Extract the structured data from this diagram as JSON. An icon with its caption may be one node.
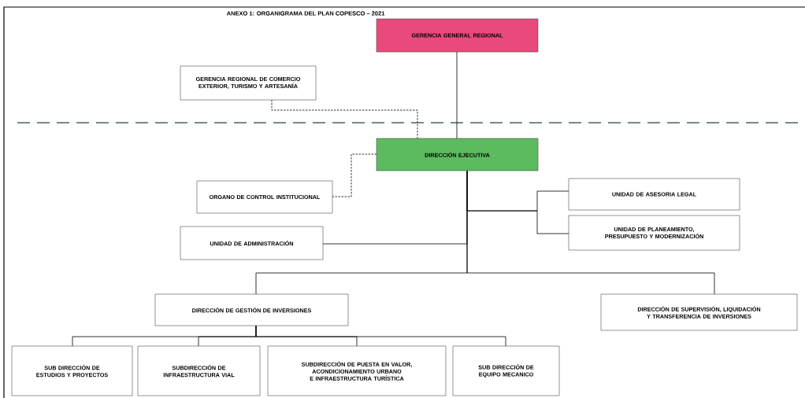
{
  "diagram": {
    "title": "ANEXO 1: ORGANIGRAMA DEL PLAN COPESCO – 2021",
    "nodes": [
      {
        "text": [
          "GERENCIA GENERAL REGIONAL"
        ]
      },
      {
        "text": [
          "GERENCIA REGIONAL DE COMERCIO EXTERIOR, TURISMO Y ARTESANÍA"
        ]
      },
      {
        "text": [
          "DIRECCIÓN EJECUTIVA"
        ]
      },
      {
        "text": [
          "ORGANO DE CONTROL INSTITUCIONAL"
        ]
      },
      {
        "text": [
          "UNIDAD DE ASESORIA LEGAL"
        ]
      },
      {
        "text": [
          "UNIDAD DE PLANEAMIENTO, PRESUPUESTO Y MODERNIZACIÓN"
        ]
      },
      {
        "text": [
          "UNIDAD DE ADMINISTRACIÓN"
        ]
      },
      {
        "text": [
          "DIRECCIÓN DE GESTIÓN DE INVERSIONES"
        ]
      },
      {
        "text": [
          "DIRECCIÓN DE SUPERVISIÓN, LIQUIDACIÓN Y TRANSFERENCIA DE INVERSIONES"
        ]
      },
      {
        "text": [
          "SUB DIRECCIÓN DE ESTUDIOS Y PROYECTOS"
        ]
      },
      {
        "text": [
          "SUBDIRECCIÓN DE INFRAESTRUCTURA VIAL"
        ]
      },
      {
        "text": [
          "SUBDIRECCIÓN DE PUESTA EN VALOR, ACONDICIONAMIENTO URBANO E INFRAESTRUCTURA TURÍSTICA"
        ]
      },
      {
        "text": [
          "SUB DIRECCIÓN DE EQUIPO MECANICO"
        ]
      }
    ],
    "edges": [
      {
        "from": 0,
        "to": 2,
        "arrow": "none"
      },
      {
        "from": 1,
        "to": 2,
        "arrow": "none",
        "style": "dashed"
      },
      {
        "from": 2,
        "to": 3,
        "arrow": "none",
        "style": "dashed"
      },
      {
        "from": 2,
        "to": 4,
        "arrow": "none"
      },
      {
        "from": 2,
        "to": 5,
        "arrow": "none"
      },
      {
        "from": 2,
        "to": 6,
        "arrow": "none"
      },
      {
        "from": 2,
        "to": 7,
        "arrow": "none"
      },
      {
        "from": 2,
        "to": 8,
        "arrow": "none"
      },
      {
        "from": 7,
        "to": 9,
        "arrow": "none"
      },
      {
        "from": 7,
        "to": 10,
        "arrow": "none"
      },
      {
        "from": 7,
        "to": 11,
        "arrow": "none"
      },
      {
        "from": 7,
        "to": 12,
        "arrow": "none"
      }
    ]
  }
}
